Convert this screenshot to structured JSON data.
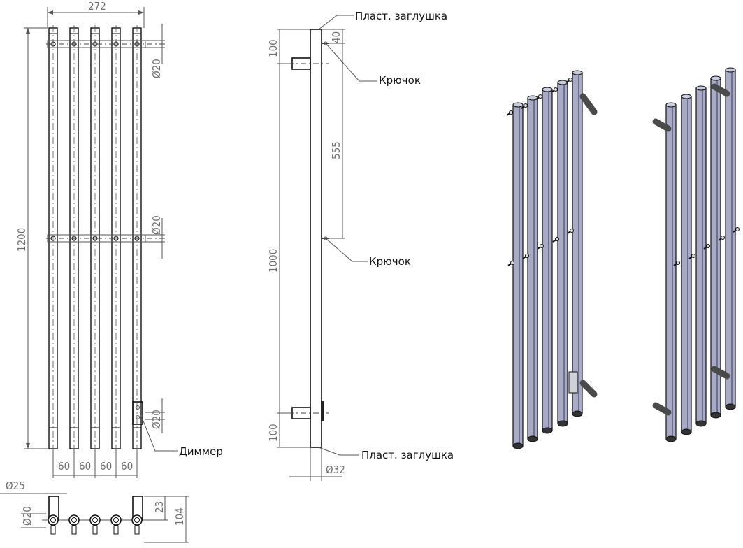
{
  "dimensions": {
    "overall_width": "272",
    "overall_height": "1200",
    "pitch": [
      "60",
      "60",
      "60",
      "60"
    ],
    "hook_diameter_top": "Ø20",
    "hook_diameter_mid": "Ø20",
    "dimmer_diameter": "Ø20",
    "top_offset": "100",
    "bottom_offset": "100",
    "mount_span": "1000",
    "hook_spacing": "555",
    "cap_offset": "40",
    "tube_diameter": "Ø32",
    "bracket_diameter": "Ø25",
    "bottom_pipe_diameter": "Ø20",
    "bracket_gap": "23",
    "depth": "104"
  },
  "callouts": {
    "plastic_cap_top": "Пласт. заглушка",
    "hook_top": "Крючок",
    "hook_mid": "Крючок",
    "dimmer": "Диммер",
    "plastic_cap_bottom": "Пласт. заглушка"
  },
  "colors": {
    "line": "#111111",
    "dimension": "#6e6e6e",
    "pipe_fill": "#a8aac6",
    "pipe_shade": "#6e7090",
    "bracket": "#4a4a4a"
  }
}
